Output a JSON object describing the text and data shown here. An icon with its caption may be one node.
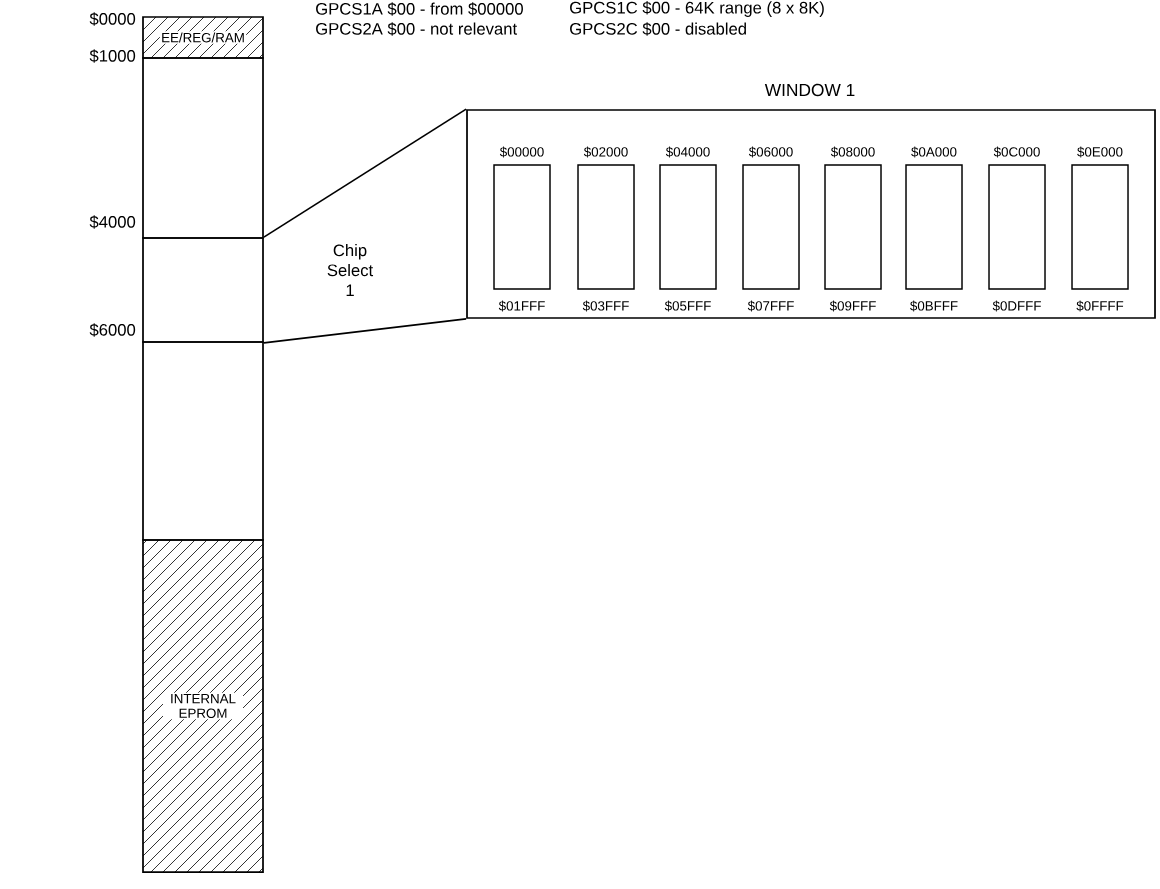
{
  "diagram": {
    "nodes": [
      {
        "text": [
          "EE/REG/RAM"
        ]
      },
      {
        "text": [],
        "shape": "box"
      },
      {
        "text": [],
        "shape": "box"
      },
      {
        "text": [],
        "shape": "box"
      },
      {
        "text": [
          "INTERNAL EPROM"
        ]
      },
      {
        "text": [
          "WINDOW 1"
        ]
      },
      {
        "text": [
          "$00000",
          "$01FFF"
        ],
        "in": 5
      },
      {
        "text": [
          "$02000",
          "$03FFF"
        ],
        "in": 5
      },
      {
        "text": [
          "$04000",
          "$05FFF"
        ],
        "in": 5
      },
      {
        "text": [
          "$06000",
          "$07FFF"
        ],
        "in": 5
      },
      {
        "text": [
          "$08000",
          "$09FFF"
        ],
        "in": 5
      },
      {
        "text": [
          "$0A000",
          "$0BFFF"
        ],
        "in": 5
      },
      {
        "text": [
          "$0C000",
          "$0DFFF"
        ],
        "in": 5
      },
      {
        "text": [
          "$0E000",
          "$0FFFF"
        ],
        "in": 5
      }
    ],
    "edges": [
      {
        "from": 2,
        "to": 5,
        "arrow": "none"
      },
      {
        "from": 2,
        "to": 5,
        "arrow": "none"
      }
    ],
    "labels": [
      "GPCS1A $00 - from $00000",
      "GPCS1C $00 - 64K range (8 x 8K)",
      "$0000",
      "GPCS2A $00 - not relevant",
      "GPCS2C $00 - disabled",
      "$1000",
      "$4000",
      "Chip Select 1",
      "$6000"
    ]
  }
}
